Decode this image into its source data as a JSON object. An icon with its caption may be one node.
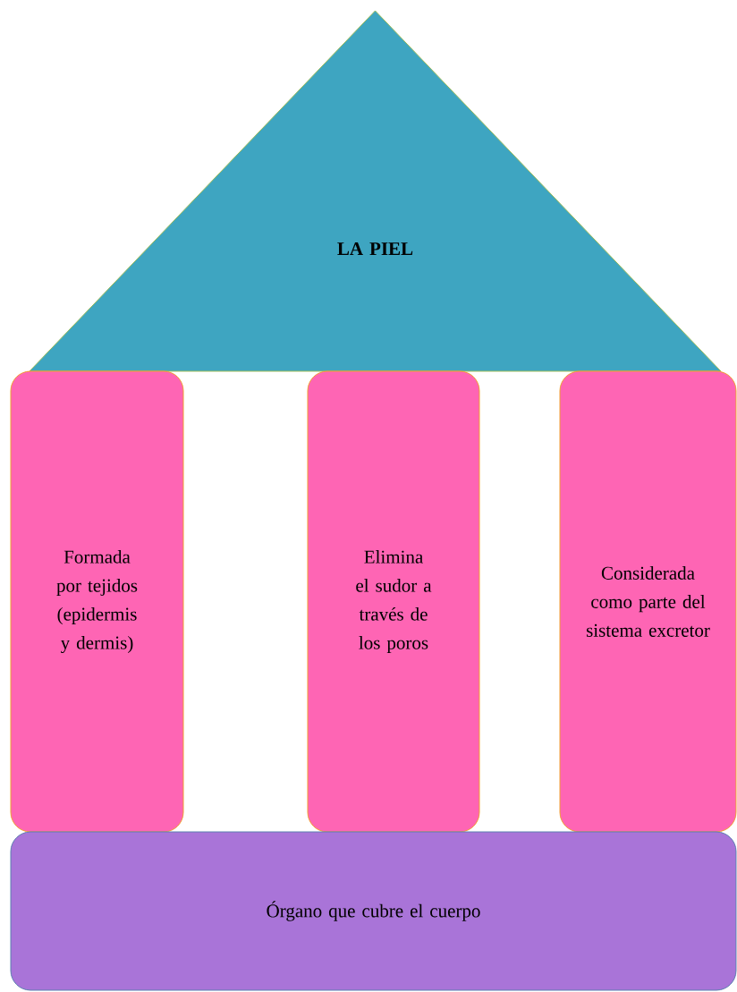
{
  "diagram": {
    "nodes": [
      {
        "text": [
          "LA PIEL"
        ]
      },
      {
        "text": [
          "Formada por tejidos (epidermis y dermis)"
        ]
      },
      {
        "text": [
          "Elimina el sudor a través de los poros"
        ]
      },
      {
        "text": [
          "Considerada como parte del sistema excretor"
        ]
      },
      {
        "text": [
          "Órgano que cubre el cuerpo"
        ]
      }
    ]
  }
}
